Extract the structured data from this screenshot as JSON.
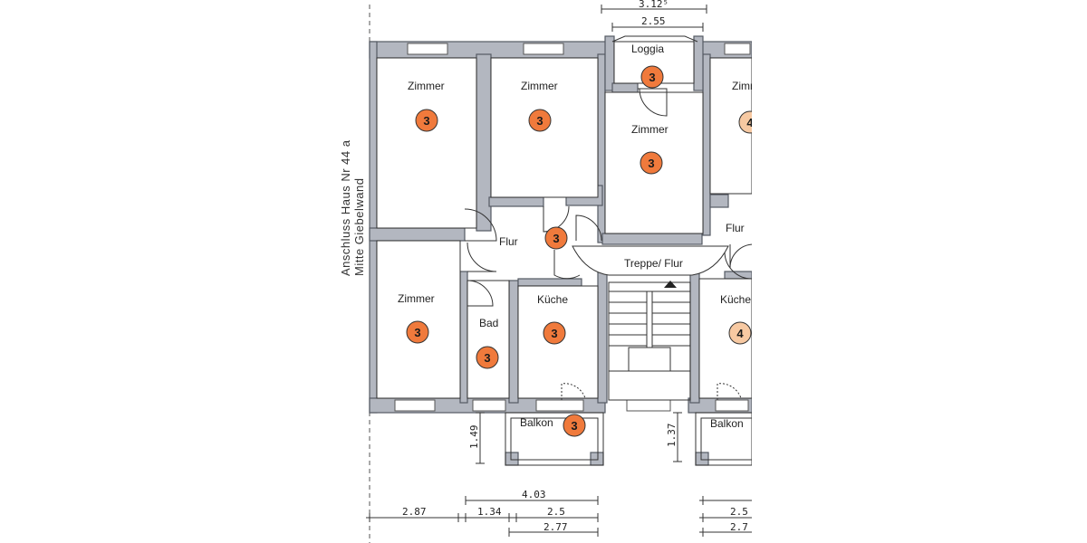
{
  "side_note": {
    "line1": "Anschluss Haus  Nr 44 a",
    "line2": "Mitte Giebelwand"
  },
  "rooms": {
    "zimmer_1": "Zimmer",
    "zimmer_2": "Zimmer",
    "zimmer_3": "Zimmer",
    "zimmer_4": "Zimmer",
    "zimmer_right": "Zimm",
    "loggia": "Loggia",
    "flur_left": "Flur",
    "flur_right": "Flur",
    "treppe": "Treppe/ Flur",
    "kueche_left": "Küche",
    "kueche_right": "Küche",
    "bad": "Bad",
    "balkon_left": "Balkon",
    "balkon_right": "Balkon"
  },
  "badges": {
    "zimmer_1": "3",
    "zimmer_2": "3",
    "zimmer_3": "3",
    "zimmer_4": "3",
    "zimmer_right": "4",
    "loggia": "3",
    "flur": "3",
    "bad": "3",
    "kueche_left": "3",
    "kueche_right": "4",
    "balkon": "3"
  },
  "dimensions": {
    "top_outer": "3.12⁵",
    "top_inner": "2.55",
    "balkon_left_depth": "1.49",
    "balkon_right_depth": "1.37",
    "bottom_4_03": "4.03",
    "bottom_2_87": "2.87",
    "bottom_1_34": "1.34",
    "bottom_2_5": "2.5",
    "bottom_2_77": "2.77",
    "bottom_right_1": "2.5",
    "bottom_right_2": "2.7"
  },
  "colors": {
    "wall": "#b3b7c0",
    "wall_stroke": "#555a63",
    "badge_orange": "#f07a3c",
    "badge_light": "#f7c9a2",
    "line": "#333333"
  }
}
